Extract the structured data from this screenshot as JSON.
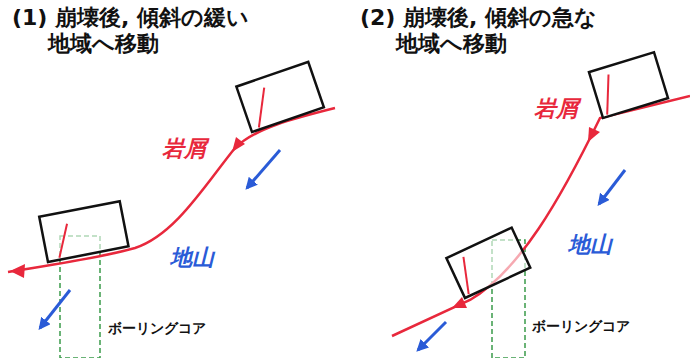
{
  "diagram": {
    "labels": [
      "(1) 崩壊後, 傾斜の緩い 地域へ移動",
      "岩屑",
      "地山",
      "ボーリングコア",
      "(2) 崩壊後, 傾斜の急な 地域へ移動",
      "岩屑",
      "地山",
      "ボーリングコア"
    ]
  }
}
